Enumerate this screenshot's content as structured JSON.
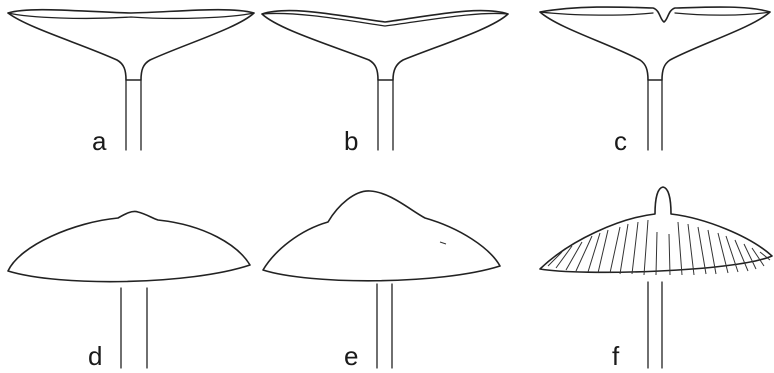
{
  "panels": [
    {
      "id": "a",
      "label": "a",
      "form": "funnel-flat-centre"
    },
    {
      "id": "b",
      "label": "b",
      "form": "funnel-depressed-centre"
    },
    {
      "id": "c",
      "label": "c",
      "form": "funnel-navel-centre"
    },
    {
      "id": "d",
      "label": "d",
      "form": "convex-low-umbo"
    },
    {
      "id": "e",
      "label": "e",
      "form": "convex-broad-umbo"
    },
    {
      "id": "f",
      "label": "f",
      "form": "convex-papilla-striate"
    }
  ],
  "colors": {
    "ink": "#222222",
    "background": "#ffffff"
  }
}
